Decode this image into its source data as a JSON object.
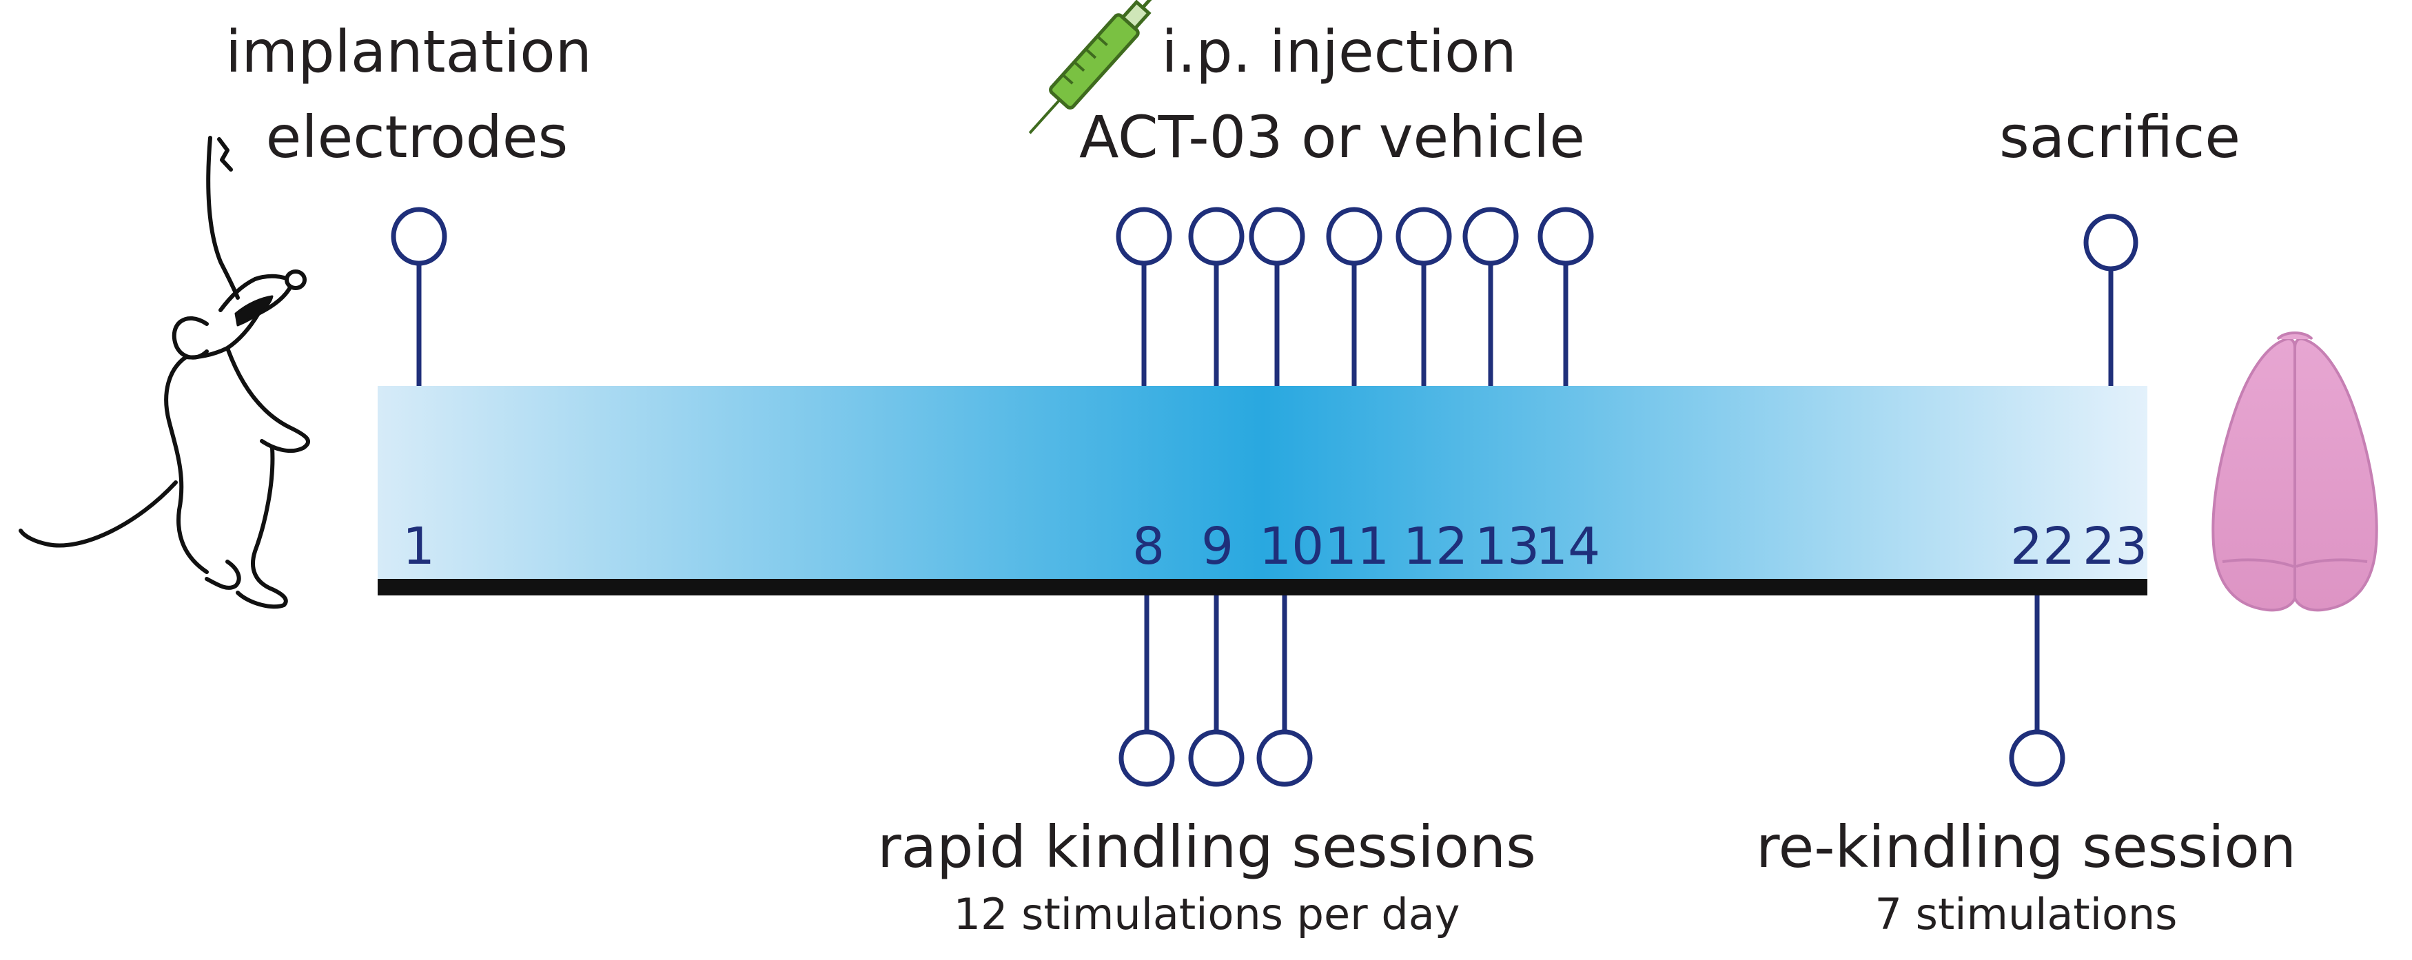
{
  "labels": {
    "implantation_line1": "implantation",
    "implantation_line2": "electrodes",
    "injection_line1": "i.p. injection",
    "injection_line2": "ACT-03 or vehicle",
    "sacrifice": "sacrifice",
    "rapid_kindling": "rapid kindling sessions",
    "rapid_kindling_sub": "12 stimulations per day",
    "rekindling": "re-kindling session",
    "rekindling_sub": "7 stimulations"
  },
  "days": [
    "1",
    "8",
    "9",
    "10",
    "11",
    "12",
    "13",
    "14",
    "22",
    "23"
  ],
  "colors": {
    "accent": "#1f2f7a",
    "timeline_peak": "#29a8e0",
    "timeline_light": "#d6ebf8",
    "baseline": "#111111",
    "brain": "#e9a3cf",
    "syringe": "#7ac142"
  },
  "icons": [
    "mouse-icon",
    "syringe-icon",
    "brain-icon"
  ]
}
